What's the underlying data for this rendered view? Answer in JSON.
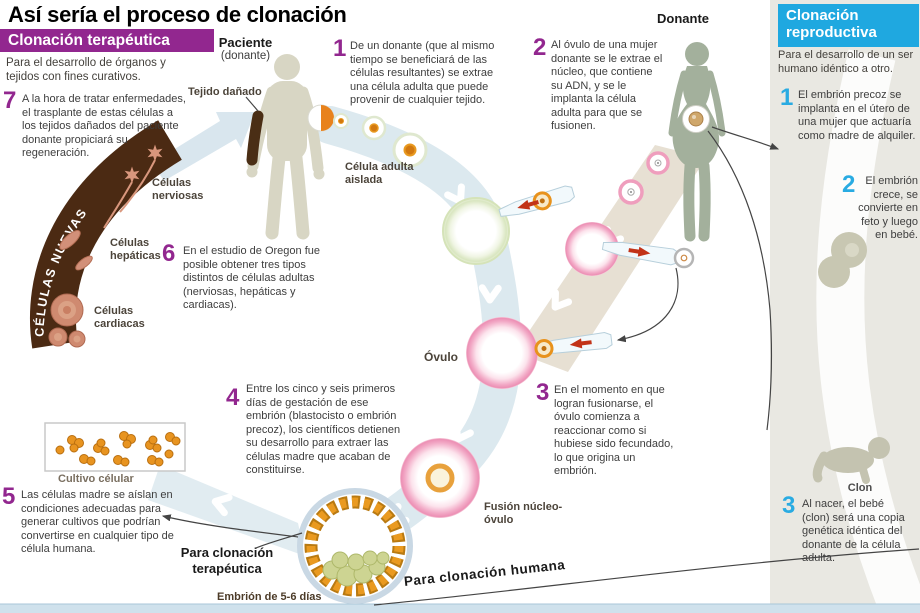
{
  "title": "Así sería el proceso de clonación",
  "colors": {
    "purple": "#92278f",
    "blue": "#29abe2",
    "brown_arc": "#4b2a13",
    "ring": "#dce9ef",
    "beige_band": "#e7e0d3",
    "pink_cell": "#ee8fb4",
    "orange_cell": "#e8891c",
    "sidebar_bg": "#e9e8e2",
    "bottom_strip": "#cfe1ec"
  },
  "therapeutic": {
    "header": "Clonación terapéutica",
    "subtitle": "Para el desarrollo de órganos y tejidos con fines curativos.",
    "steps": [
      {
        "n": "1",
        "text": "De un donante (que al mismo tiempo se beneficiará de las células resultantes) se extrae una célula adulta que puede provenir de cualquier tejido."
      },
      {
        "n": "2",
        "text": "Al óvulo de una mujer donante se le extrae el núcleo, que contiene su ADN, y se le implanta la célula adulta para que se fusionen."
      },
      {
        "n": "3",
        "text": "En el momento en que logran fusionarse, el óvulo comienza a reaccionar como si hubiese sido fecundado, lo que origina un embrión."
      },
      {
        "n": "4",
        "text": "Entre los cinco y seis primeros días de gestación de ese embrión (blastocisto o embrión precoz), los científicos detienen su desarrollo para extraer las células madre que acaban de constituirse."
      },
      {
        "n": "5",
        "text": "Las células madre se aíslan en condiciones adecuadas para generar cultivos que podrían convertirse en cualquier tipo de célula humana."
      },
      {
        "n": "6",
        "text": "En el estudio de Oregon fue posible obtener tres tipos distintos de células adultas (nerviosas, hepáticas y cardiacas)."
      },
      {
        "n": "7",
        "text": "A la hora de tratar enfermedades, el trasplante de estas células a los tejidos dañados del paciente donante propiciará su regeneración."
      }
    ]
  },
  "reproductive": {
    "header_line1": "Clonación",
    "header_line2": "reproductiva",
    "subtitle": "Para el desarrollo de un ser humano idéntico a otro.",
    "steps": [
      {
        "n": "1",
        "text": "El embrión precoz se implanta en el útero de una mujer que actuaría como madre de alquiler."
      },
      {
        "n": "2",
        "text": "El embrión crece, se convierte en feto y luego en bebé."
      },
      {
        "n": "3",
        "text": "Al nacer, el bebé (clon) será una copia genética idéntica del donante de la célula adulta."
      }
    ],
    "clon_label": "Clon"
  },
  "labels": {
    "paciente": "Paciente",
    "paciente_sub": "(donante)",
    "donante": "Donante",
    "tejido_danado": "Tejido dañado",
    "celula_adulta_aislada": "Célula adulta aislada",
    "ovulo": "Óvulo",
    "fusion_nucleo_ovulo": "Fusión núcleo-óvulo",
    "celulas_nuevas": "CÉLULAS NUEVAS",
    "celulas_nerviosas": "Células nerviosas",
    "celulas_hepaticas": "Células hepáticas",
    "celulas_cardiacas": "Células cardiacas",
    "cultivo_celular": "Cultivo célular",
    "embrion_dias": "Embrión de 5-6 días",
    "para_terapeutica": "Para clonación terapéutica",
    "para_humana": "Para clonación humana"
  }
}
